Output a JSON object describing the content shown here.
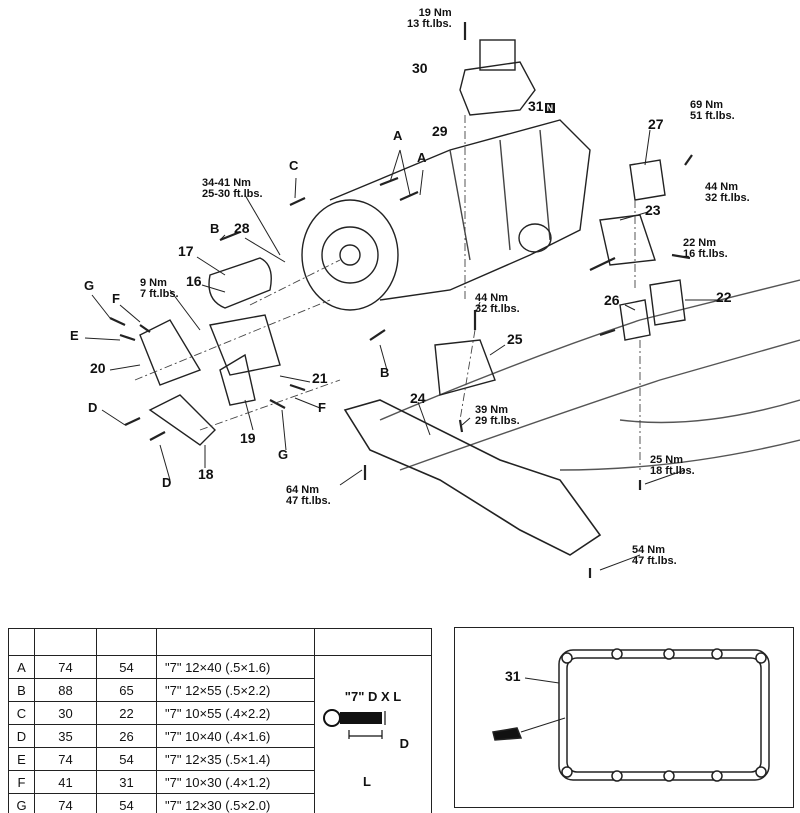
{
  "callouts": {
    "top_bolt_torque": [
      "19 Nm",
      "13 ft.lbs."
    ],
    "c30": "30",
    "c31": "31",
    "c31_badge": "N",
    "c29": "29",
    "c27": "27",
    "torque_69": [
      "69 Nm",
      "51 ft.lbs."
    ],
    "torque_44_right": [
      "44 Nm",
      "32 ft.lbs."
    ],
    "c23": "23",
    "torque_22": [
      "22 Nm",
      "16 ft.lbs."
    ],
    "c22": "22",
    "c26": "26",
    "A1": "A",
    "A2": "A",
    "C": "C",
    "torque_34": [
      "34-41 Nm",
      "25-30 ft.lbs."
    ],
    "B1": "B",
    "c28": "28",
    "c17": "17",
    "c16": "16",
    "torque_9": [
      "9 Nm",
      "7 ft.lbs."
    ],
    "G1": "G",
    "F1": "F",
    "E": "E",
    "c20": "20",
    "c21": "21",
    "B2": "B",
    "torque_44_mid": [
      "44 Nm",
      "32 ft.lbs."
    ],
    "c25": "25",
    "c24": "24",
    "torque_39": [
      "39 Nm",
      "29 ft.lbs."
    ],
    "F2": "F",
    "D1": "D",
    "c19": "19",
    "G2": "G",
    "c18": "18",
    "D2": "D",
    "torque_64": [
      "64 Nm",
      "47 ft.lbs."
    ],
    "torque_25": [
      "25 Nm",
      "18 ft.lbs."
    ],
    "torque_54": [
      "54 Nm",
      "47 ft.lbs."
    ]
  },
  "bolt_table": {
    "rows": [
      {
        "id": "A",
        "nm": "74",
        "ftlbs": "54",
        "size": "\"7\" 12×40 (.5×1.6)"
      },
      {
        "id": "B",
        "nm": "88",
        "ftlbs": "65",
        "size": "\"7\" 12×55 (.5×2.2)"
      },
      {
        "id": "C",
        "nm": "30",
        "ftlbs": "22",
        "size": "\"7\" 10×55 (.4×2.2)"
      },
      {
        "id": "D",
        "nm": "35",
        "ftlbs": "26",
        "size": "\"7\" 10×40 (.4×1.6)"
      },
      {
        "id": "E",
        "nm": "74",
        "ftlbs": "54",
        "size": "\"7\" 12×35 (.5×1.4)"
      },
      {
        "id": "F",
        "nm": "41",
        "ftlbs": "31",
        "size": "\"7\" 10×30 (.4×1.2)"
      },
      {
        "id": "G",
        "nm": "74",
        "ftlbs": "54",
        "size": "\"7\" 12×30 (.5×2.0)"
      }
    ],
    "legend": {
      "title": "\"7\" D X L",
      "d": "D",
      "l": "L"
    }
  },
  "inset": {
    "label": "31"
  }
}
